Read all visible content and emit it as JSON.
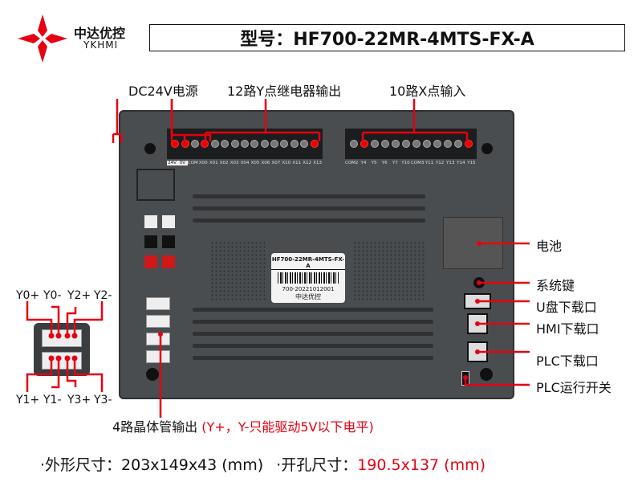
{
  "brand": {
    "name_cn": "中达优控",
    "name_en": "YKHMI",
    "logo_color": "#e60012"
  },
  "header": {
    "model": "型号：HF700-22MR-4MTS-FX-A"
  },
  "callouts_top": {
    "power": "DC24V电源",
    "relay_out": "12路Y点继电器输出",
    "inputs": "10路X点输入"
  },
  "terminals_left": [
    "24V",
    "0V",
    "COM",
    "X00",
    "X01",
    "X02",
    "X03",
    "X04",
    "X05",
    "X06",
    "X07",
    "X10",
    "X11",
    "X12",
    "X13"
  ],
  "terminals_right": [
    "COM2",
    "Y4",
    "Y5",
    "Y6",
    "Y7",
    "Y10",
    "COM3",
    "Y11",
    "Y12",
    "Y13",
    "Y14",
    "Y15"
  ],
  "sticker": {
    "model": "HF700-22MR-4MTS-FX-A",
    "serial": "700-20221012001",
    "brand": "中达优控"
  },
  "callouts_right": {
    "battery": "电池",
    "system_key": "系统键",
    "usb_download": "U盘下载口",
    "hmi_download": "HMI下载口",
    "plc_download": "PLC下载口",
    "plc_run_switch": "PLC运行开关"
  },
  "inset_pins_top": [
    "Y0+",
    "Y0-",
    "Y2+",
    "Y2-"
  ],
  "inset_pins_bottom": [
    "Y1+",
    "Y1-",
    "Y3+",
    "Y3-"
  ],
  "caption": {
    "text": "4路晶体管输出",
    "note": "(Y+，Y-只能驱动5V以下电平)"
  },
  "dimensions": {
    "outer_label": "·外形尺寸：203x149x43 (mm)",
    "cutout_label": "·开孔尺寸：",
    "cutout_value": "190.5x137 (mm)"
  },
  "colors": {
    "accent": "#e60012",
    "body": "#4a4d50"
  }
}
